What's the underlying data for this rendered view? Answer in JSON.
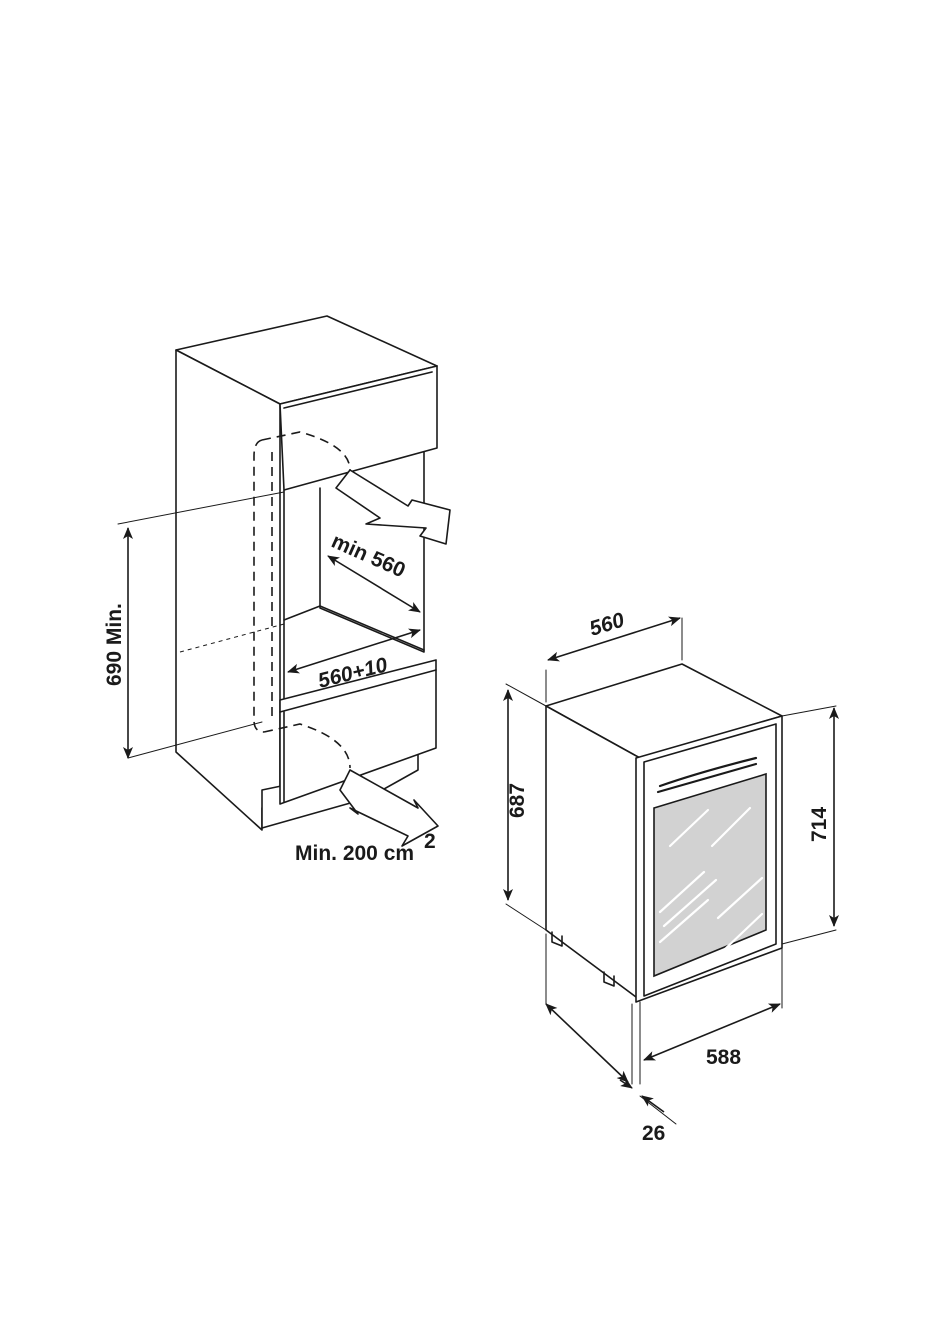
{
  "niche": {
    "height_label": "690 Min.",
    "depth_label": "min 560",
    "width_label": "560+10",
    "vent_label": "Min. 200 cm",
    "vent_superscript": "2"
  },
  "appliance": {
    "top_depth_label": "560",
    "body_height_label": "687",
    "door_height_label": "714",
    "door_width_label": "588",
    "door_thickness_label": "26"
  }
}
